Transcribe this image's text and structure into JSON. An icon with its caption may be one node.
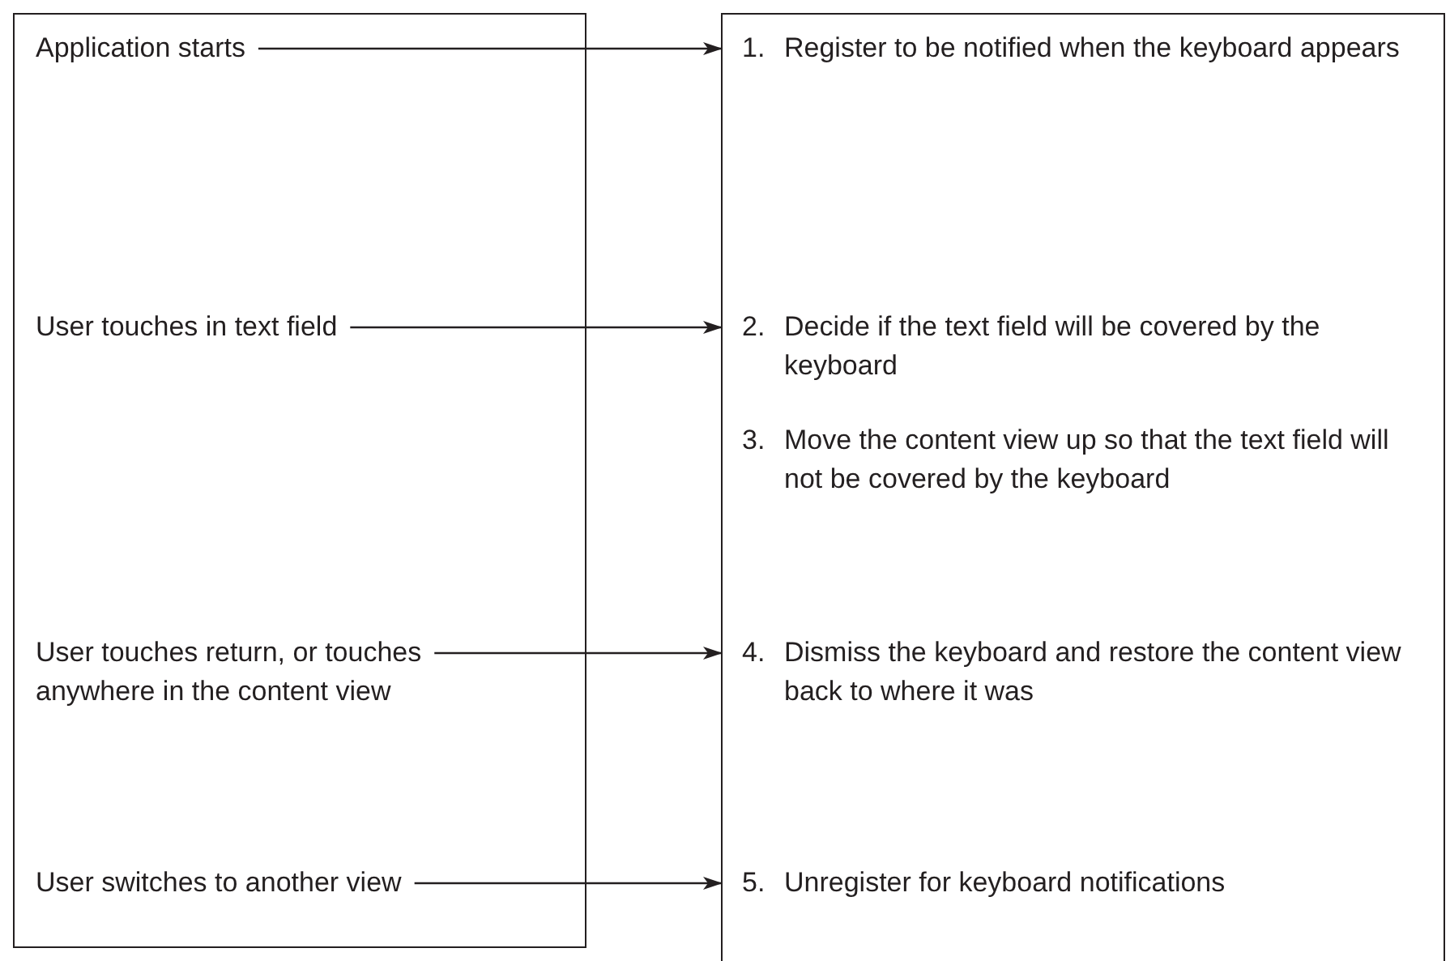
{
  "diagram": {
    "nodes": [
      {
        "text": [],
        "shape": "box"
      },
      {
        "text": [
          "Application starts"
        ],
        "in": 0
      },
      {
        "text": [
          "User touches in text field"
        ],
        "in": 0
      },
      {
        "text": [
          "User touches return, or touches anywhere in the content view"
        ],
        "in": 0
      },
      {
        "text": [
          "User switches to another view"
        ],
        "in": 0
      },
      {
        "text": [],
        "shape": "box"
      },
      {
        "text": [
          "1.",
          "Register to be notified when the keyboard appears"
        ],
        "in": 5
      },
      {
        "text": [
          "2.",
          "Decide if the text field will be covered by the keyboard"
        ],
        "in": 5
      },
      {
        "text": [
          "3.",
          "Move the content view up so that the text field will not be covered by the keyboard"
        ],
        "in": 5
      },
      {
        "text": [
          "4.",
          "Dismiss the keyboard and restore the content view back to where it was"
        ],
        "in": 5
      },
      {
        "text": [
          "5.",
          "Unregister for keyboard notifications"
        ],
        "in": 5
      }
    ],
    "edges": [
      {
        "from": 1,
        "to": 6,
        "arrow": "to"
      },
      {
        "from": 2,
        "to": 7,
        "arrow": "to"
      },
      {
        "from": 3,
        "to": 9,
        "arrow": "to"
      },
      {
        "from": 4,
        "to": 10,
        "arrow": "to"
      }
    ]
  }
}
